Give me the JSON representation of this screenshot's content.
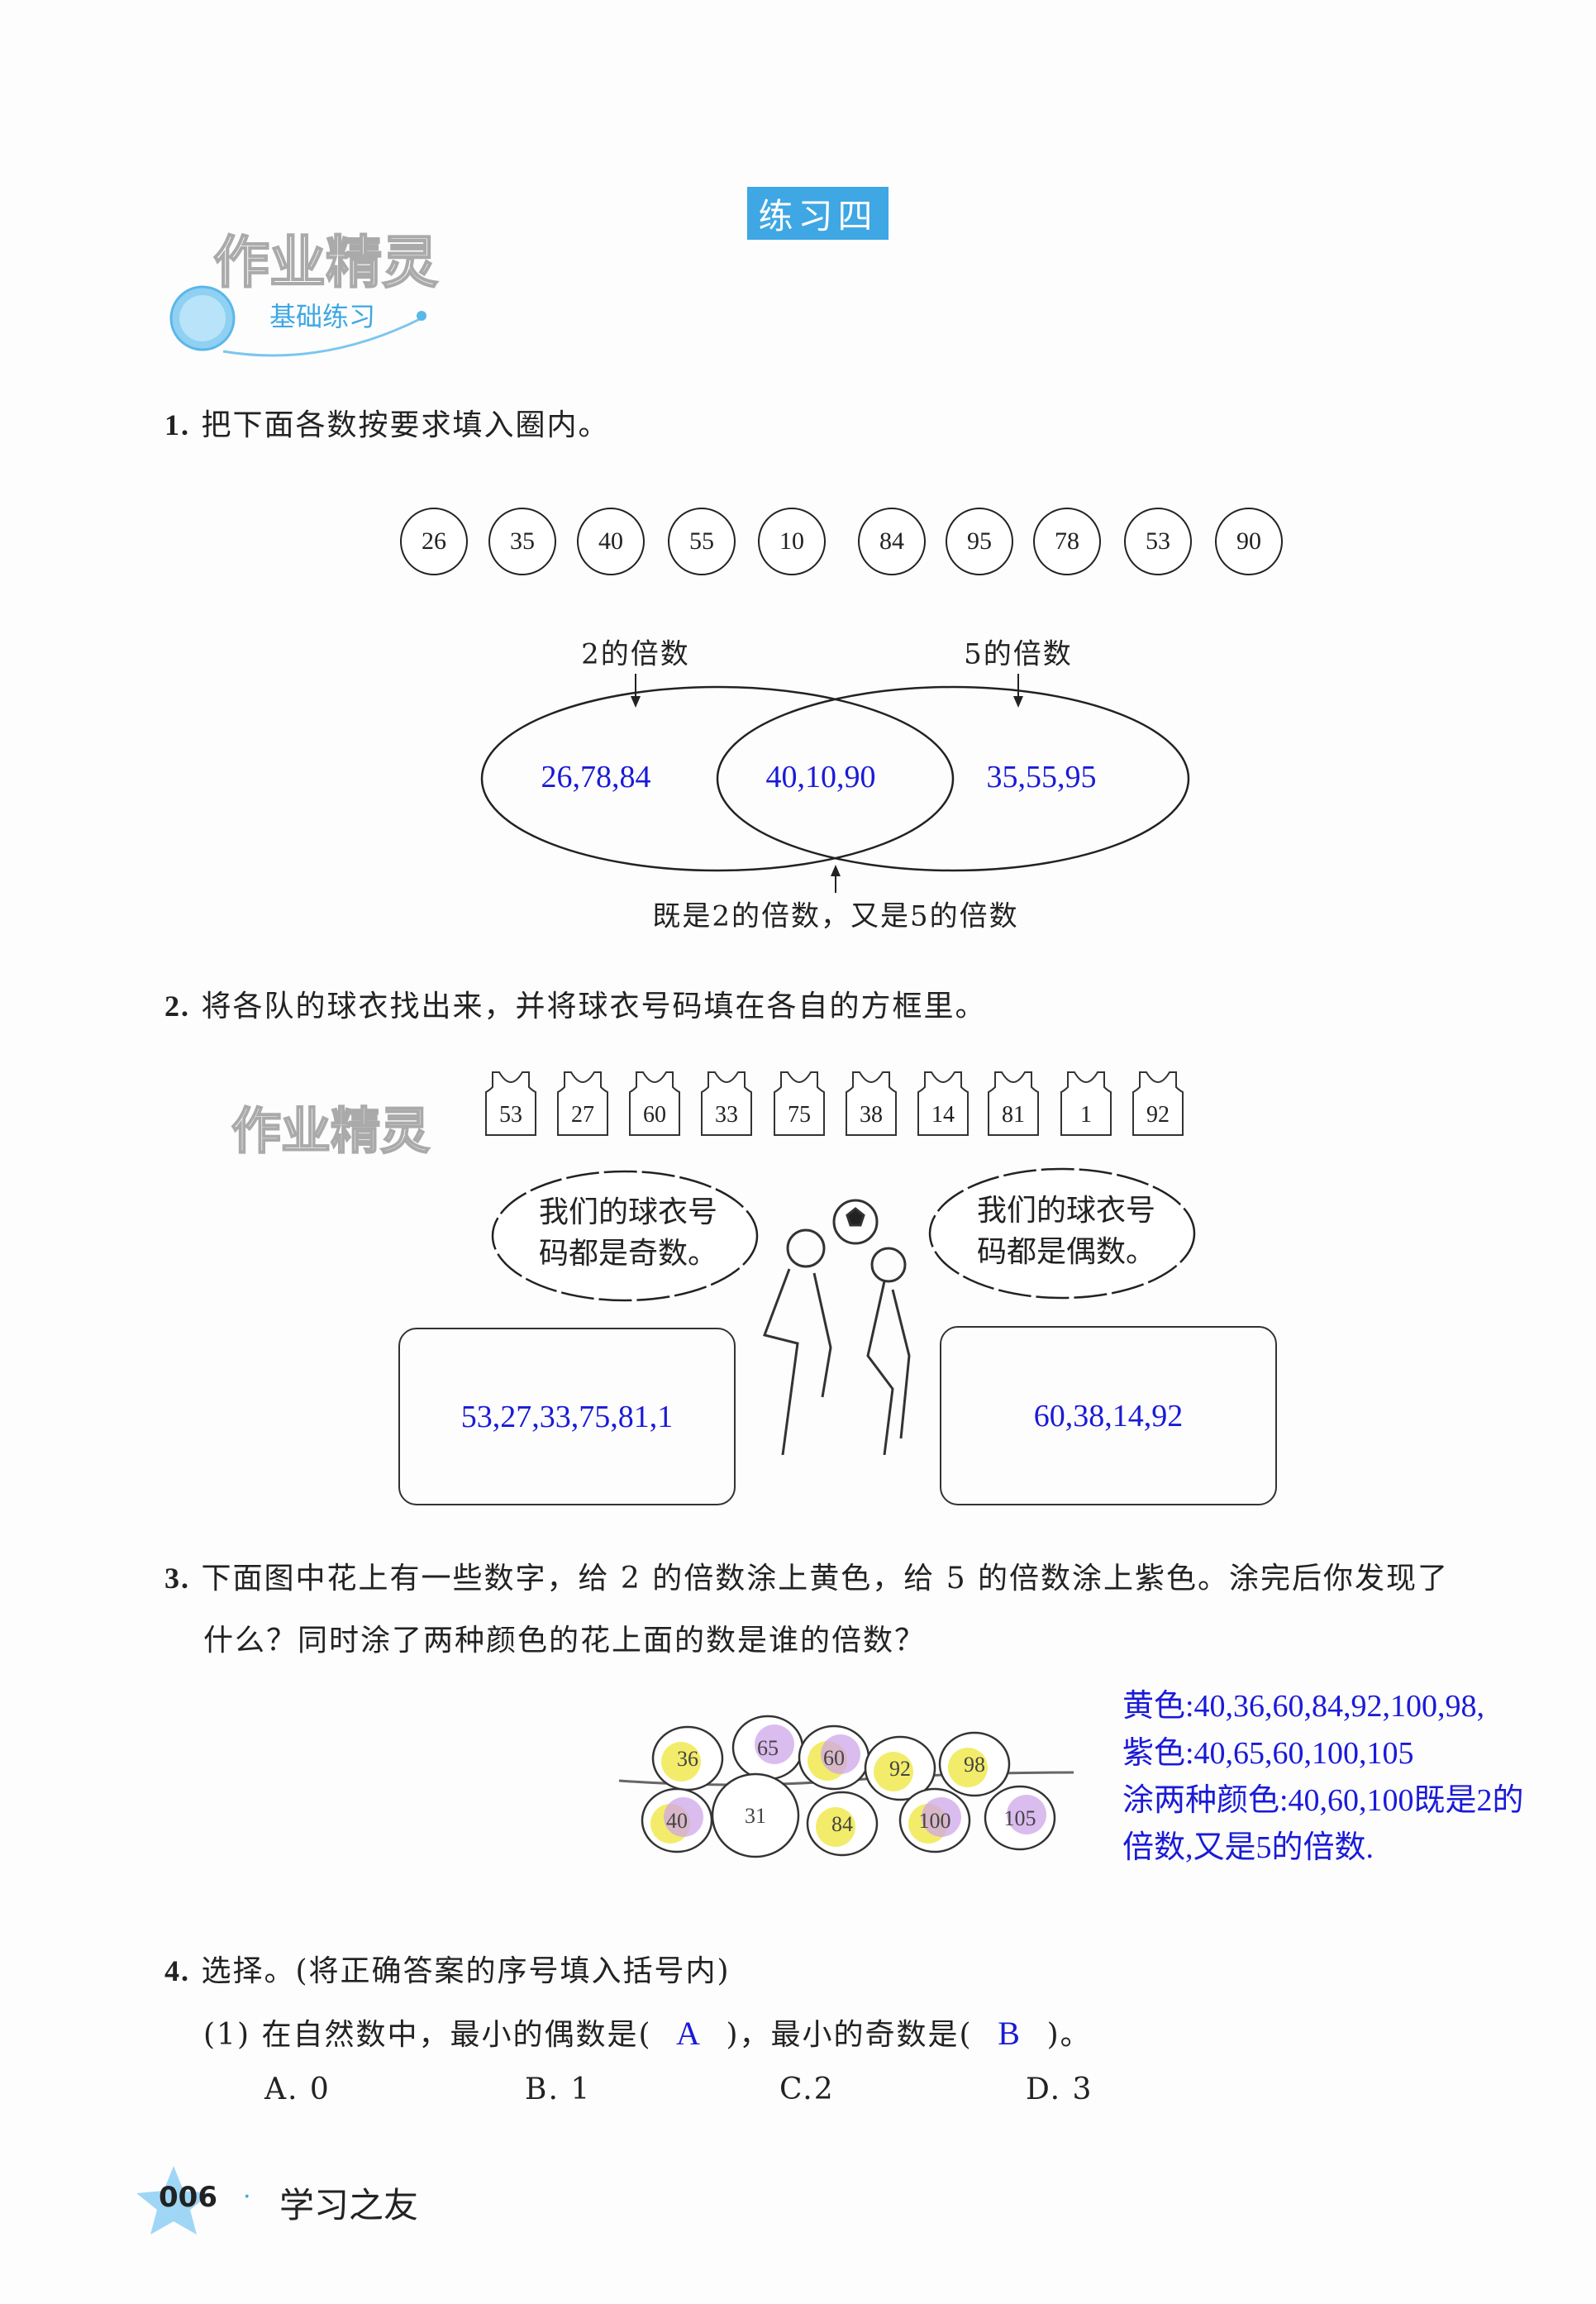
{
  "header": {
    "title": "练习四",
    "watermark": "作业精灵",
    "section": "基础练习"
  },
  "q1": {
    "number": "1.",
    "text": "把下面各数按要求填入圈内。",
    "numbers": [
      "26",
      "35",
      "40",
      "55",
      "10",
      "84",
      "95",
      "78",
      "53",
      "90"
    ],
    "label_left": "2的倍数",
    "label_right": "5的倍数",
    "label_bottom": "既是2的倍数，又是5的倍数",
    "answer_left": "26,78,84",
    "answer_middle": "40,10,90",
    "answer_right": "35,55,95"
  },
  "q2": {
    "number": "2.",
    "text": "将各队的球衣找出来，并将球衣号码填在各自的方框里。",
    "jerseys": [
      "53",
      "27",
      "60",
      "33",
      "75",
      "38",
      "14",
      "81",
      "1",
      "92"
    ],
    "watermark": "作业精灵",
    "bubble_left": [
      "我们的球衣号",
      "码都是奇数。"
    ],
    "bubble_right": [
      "我们的球衣号",
      "码都是偶数。"
    ],
    "answer_left": "53,27,33,75,81,1",
    "answer_right": "60,38,14,92"
  },
  "q3": {
    "number": "3.",
    "line1": "下面图中花上有一些数字，给 2 的倍数涂上黄色，给 5 的倍数涂上紫色。涂完后你发现了",
    "line2": "什么？同时涂了两种颜色的花上面的数是谁的倍数？",
    "flowers": [
      "36",
      "65",
      "60",
      "92",
      "98",
      "40",
      "31",
      "84",
      "100",
      "105"
    ],
    "answer": [
      "黄色:40,36,60,84,92,100,98,",
      "紫色:40,65,60,100,105",
      "涂两种颜色:40,60,100既是2的",
      "倍数,又是5的倍数."
    ]
  },
  "q4": {
    "number": "4.",
    "text": "选择。(将正确答案的序号填入括号内)",
    "sub1_a": "(1) 在自然数中，最小的偶数是(",
    "sub1_b": ")，最小的奇数是(",
    "sub1_c": ")。",
    "answer1": "A",
    "answer2": "B",
    "options": [
      "A. 0",
      "B. 1",
      "C.2",
      "D. 3"
    ]
  },
  "footer": {
    "page": "006",
    "book": "学习之友"
  },
  "colors": {
    "answer": "#1a1ad8",
    "title_bg": "#3ea7e4",
    "yellow": "#f2ea5a",
    "purple": "#cfa6ea"
  }
}
